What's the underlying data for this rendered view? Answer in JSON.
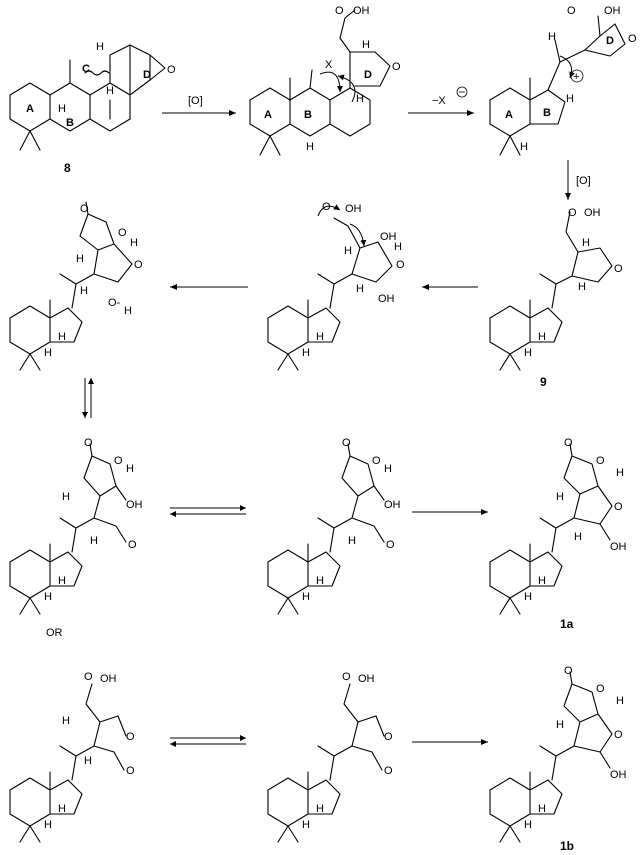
{
  "scheme": {
    "compounds": {
      "c8": "8",
      "c9": "9",
      "c1a": "1a",
      "c1b": "1b"
    },
    "reagents": {
      "oxidation1": "[O]",
      "loss_of_x": "−X",
      "oxidation2": "[O]"
    },
    "ring_labels": {
      "a": "A",
      "b": "B",
      "c": "C",
      "d": "D"
    },
    "atoms": {
      "h": "H",
      "o": "O",
      "oh": "OH",
      "ho": "O-",
      "x": "X",
      "plus": "+",
      "minus": "−"
    },
    "separator": "OR"
  }
}
